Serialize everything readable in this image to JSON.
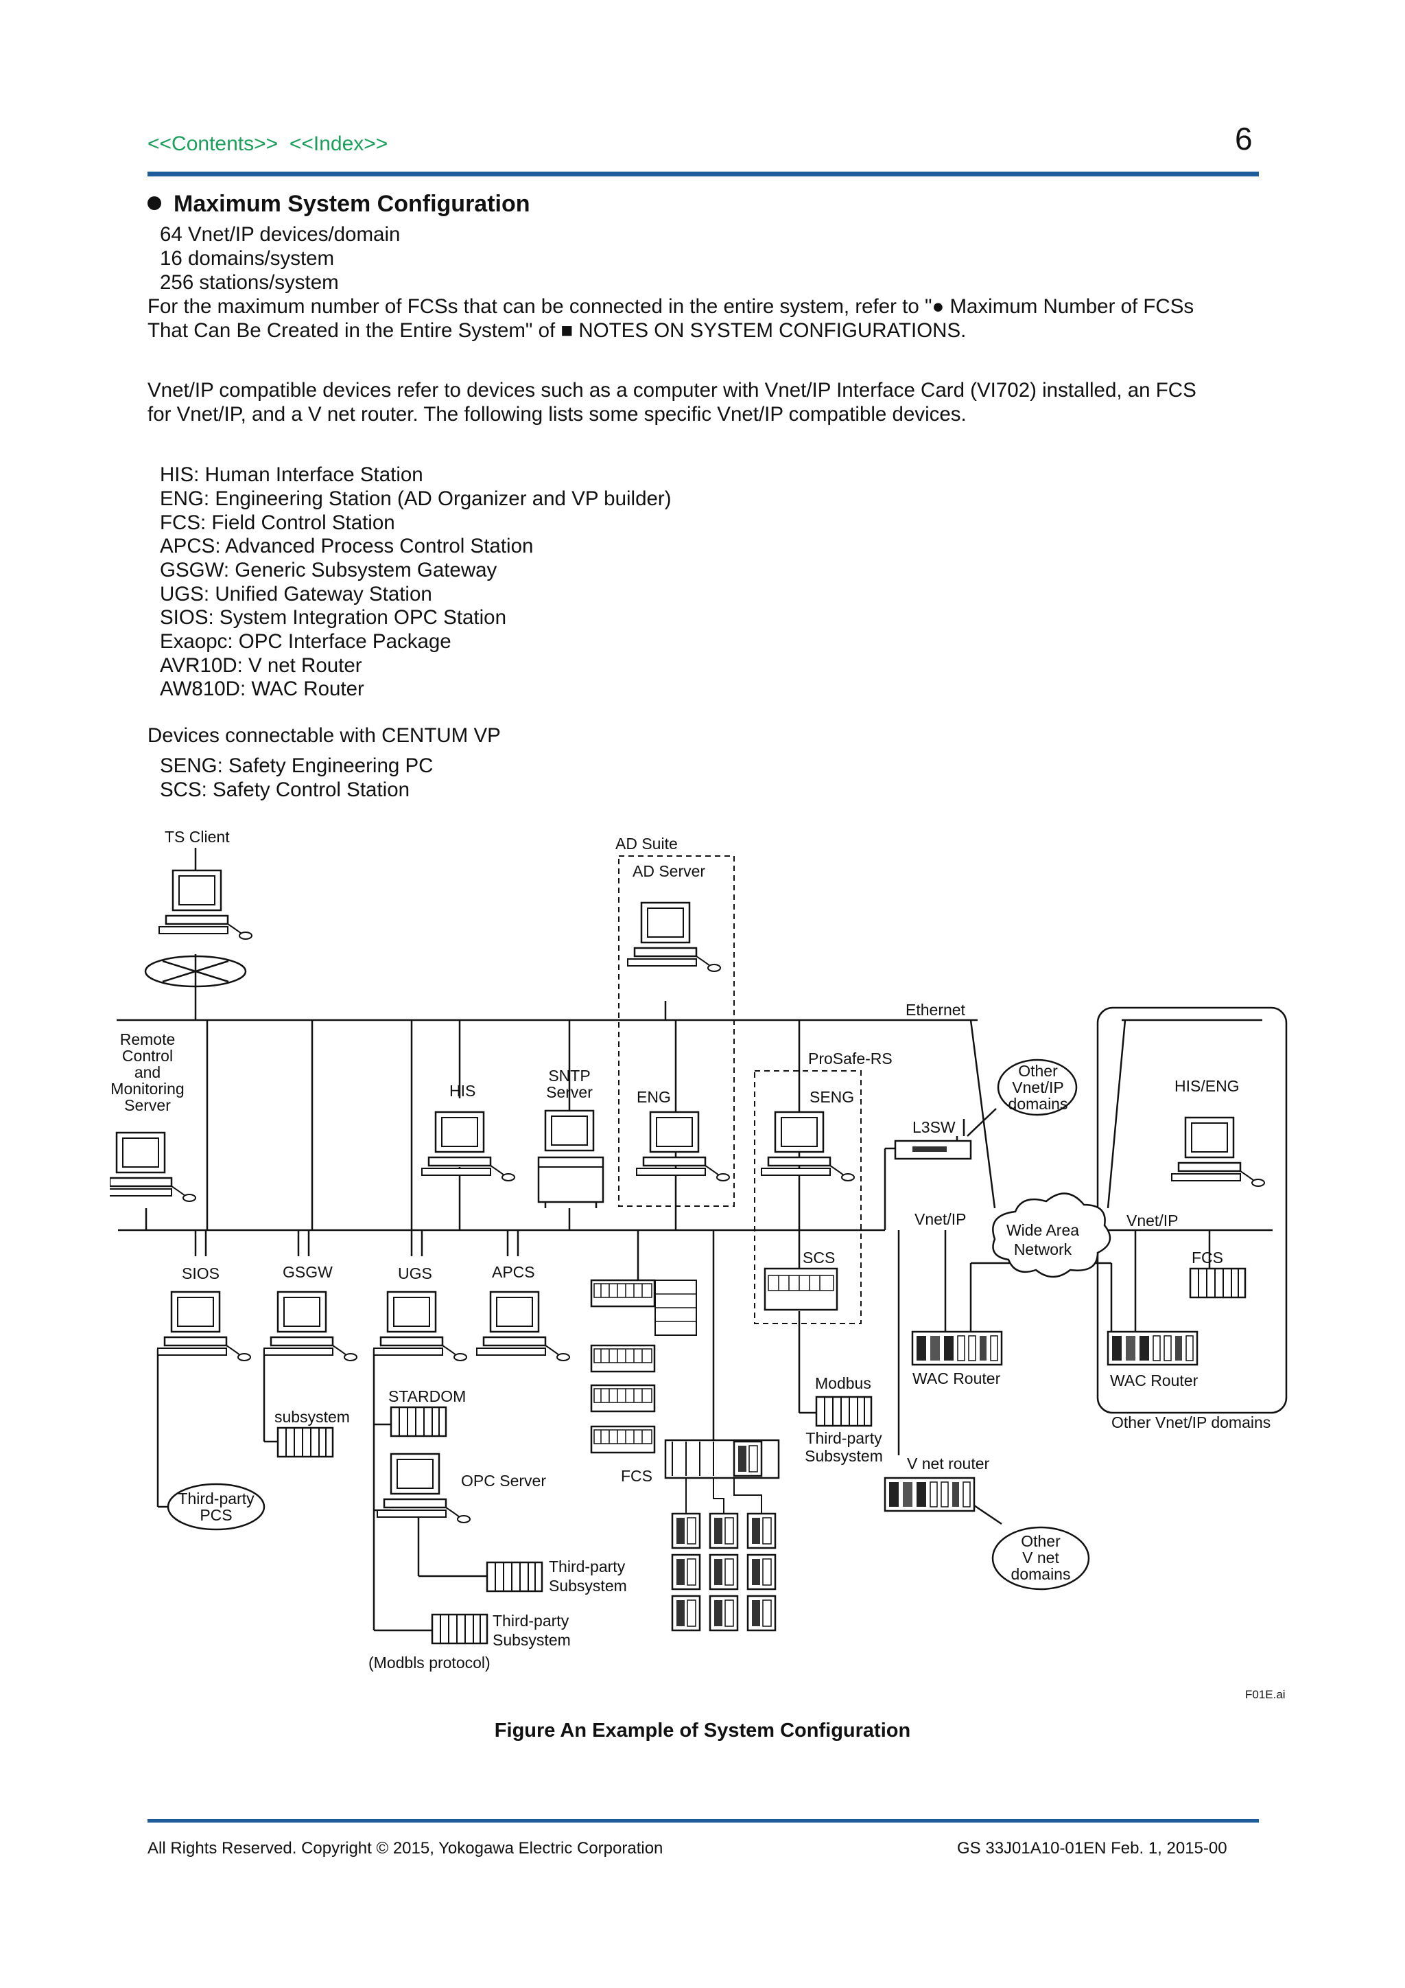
{
  "header": {
    "contents_link": "<<Contents>>",
    "index_link": "<<Index>>",
    "page_number": "6"
  },
  "section": {
    "title": "Maximum System Configuration",
    "limits": [
      "64 Vnet/IP devices/domain",
      "16 domains/system",
      "256 stations/system"
    ],
    "note_line1": "For the maximum number of FCSs that can be connected in the entire system, refer to \"● Maximum Number of FCSs",
    "note_line2": "That Can Be Created in the Entire System\" of ■ NOTES ON SYSTEM CONFIGURATIONS.",
    "intro_line1": "Vnet/IP compatible devices refer to devices such as a computer with Vnet/IP Interface Card (VI702) installed, an FCS",
    "intro_line2": "for Vnet/IP, and a V net router. The following lists some specific Vnet/IP compatible devices.",
    "devices": [
      "HIS: Human Interface Station",
      "ENG: Engineering Station (AD Organizer and VP builder)",
      "FCS: Field Control Station",
      "APCS: Advanced Process Control Station",
      "GSGW: Generic Subsystem Gateway",
      "UGS: Unified Gateway Station",
      "SIOS: System Integration OPC Station",
      "Exaopc: OPC Interface Package",
      "AVR10D: V net Router",
      "AW810D: WAC Router"
    ],
    "connectable_heading": "Devices connectable with CENTUM VP",
    "connectable": [
      "SENG: Safety Engineering PC",
      "SCS: Safety Control Station"
    ]
  },
  "diagram": {
    "ts_client": "TS Client",
    "ad_suite": "AD Suite",
    "ad_server": "AD Server",
    "ethernet": "Ethernet",
    "remote_server": [
      "Remote",
      "Control",
      "and",
      "Monitoring",
      "Server"
    ],
    "his": "HIS",
    "sntp": [
      "SNTP",
      "Server"
    ],
    "eng": "ENG",
    "prosafe": "ProSafe-RS",
    "seng": "SENG",
    "other_vnet": [
      "Other",
      "Vnet/IP",
      "domains"
    ],
    "l3sw": "L3SW",
    "his_eng": "HIS/ENG",
    "vnetip_left": "Vnet/IP",
    "vnetip_right": "Vnet/IP",
    "wan": [
      "Wide Area",
      "Network"
    ],
    "sios": "SIOS",
    "gsgw": "GSGW",
    "ugs": "UGS",
    "apcs": "APCS",
    "scs": "SCS",
    "fcs_right": "FCS",
    "subsystem": "subsystem",
    "stardom": "STARDOM",
    "modbus": "Modbus",
    "third_party_subsystem_a": [
      "Third-party",
      "Subsystem"
    ],
    "wac_router_left": "WAC Router",
    "wac_router_right": "WAC Router",
    "other_vnet_domains": "Other Vnet/IP domains",
    "opc_server": "OPC Server",
    "fcs": "FCS",
    "vnet_router": "V net router",
    "third_party_pcs": [
      "Third-party",
      "PCS"
    ],
    "other_vnet_domains2": [
      "Other",
      "V net",
      "domains"
    ],
    "third_party_subsystem_b": [
      "Third-party",
      "Subsystem"
    ],
    "third_party_subsystem_c": [
      "Third-party",
      "Subsystem"
    ],
    "modbus_protocol": "(Modbls protocol)",
    "file_id": "F01E.ai"
  },
  "caption": "Figure  An Example of System Configuration",
  "footer": {
    "copyright": "All Rights Reserved. Copyright © 2015, Yokogawa Electric Corporation",
    "doc_id": "GS 33J01A10-01EN   Feb. 1, 2015-00"
  }
}
